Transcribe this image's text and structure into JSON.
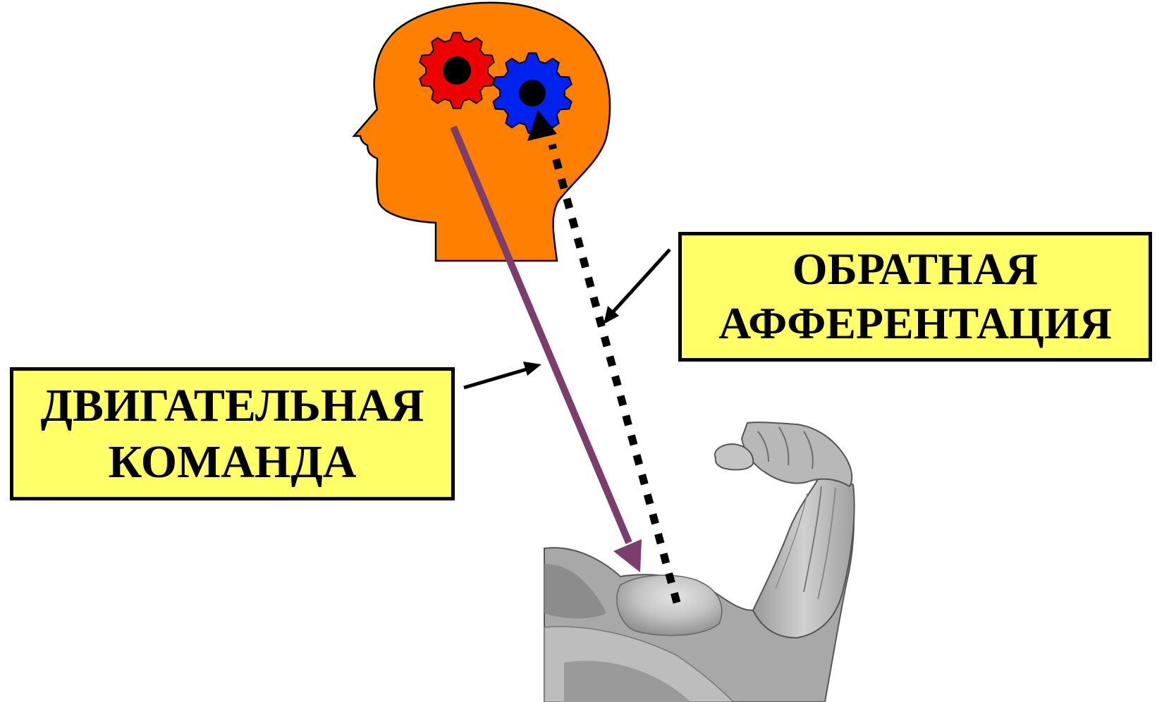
{
  "labels": {
    "feedback": {
      "line1": "ОБРАТНАЯ",
      "line2": "АФФЕРЕНТАЦИЯ"
    },
    "motor": {
      "line1": "ДВИГАТЕЛЬНАЯ",
      "line2": "КОМАНДА"
    }
  },
  "colors": {
    "label_box_fill": "#ffff66",
    "head": "#ff8000",
    "gear_red": "#ee0000",
    "gear_blue": "#0022ee",
    "motor_arrow": "#7b3d6b",
    "feedback_arrow": "#000000",
    "arm": "#b4b4b4"
  },
  "icons": [
    "head-silhouette",
    "red-gear-icon",
    "blue-gear-icon",
    "flexed-arm-illustration"
  ]
}
